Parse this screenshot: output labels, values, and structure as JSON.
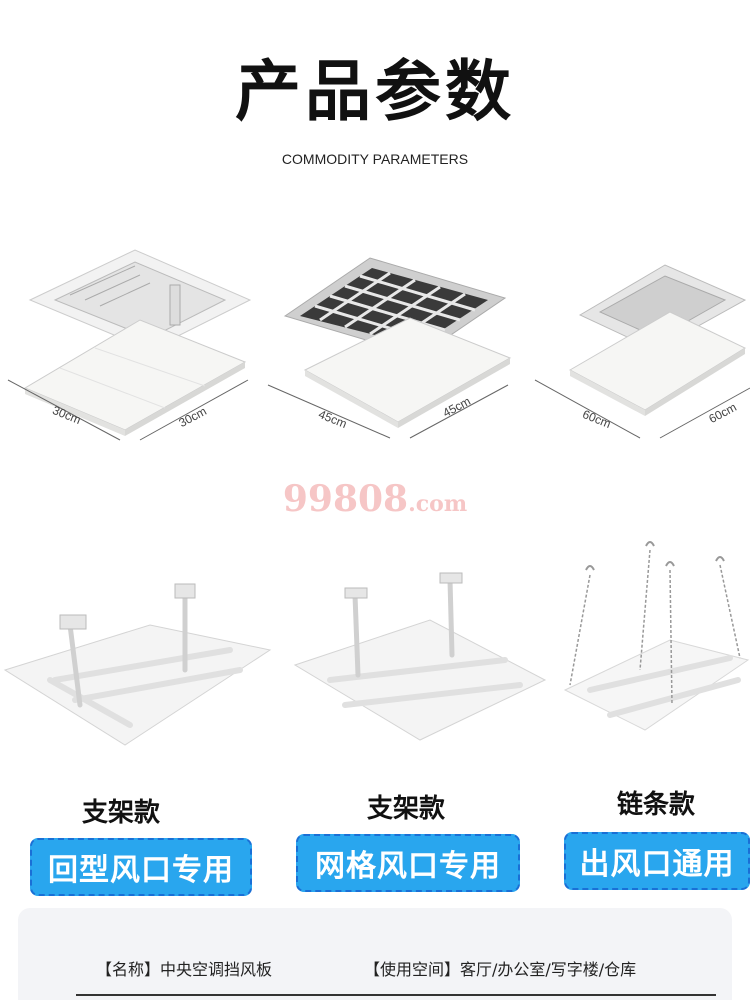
{
  "header": {
    "title": "产品参数",
    "subtitle": "COMMODITY PARAMETERS"
  },
  "products": [
    {
      "width_label": "30cm",
      "depth_label": "30cm",
      "vent": "louver"
    },
    {
      "width_label": "45cm",
      "depth_label": "45cm",
      "vent": "grid"
    },
    {
      "width_label": "60cm",
      "depth_label": "60cm",
      "vent": "outlet"
    }
  ],
  "watermark": {
    "big": "99808",
    "small": ".com"
  },
  "mounts": [
    {
      "style": "支架款",
      "usage": "回型风口专用"
    },
    {
      "style": "支架款",
      "usage": "网格风口专用"
    },
    {
      "style": "链条款",
      "usage": "出风口通用"
    }
  ],
  "info": {
    "name": "【名称】中央空调挡风板",
    "space": "【使用空间】客厅/办公室/写字楼/仓库"
  },
  "colors": {
    "pill_bg": "#29a6ee",
    "pill_border": "#1a6fd6",
    "watermark": "#f4b8b8"
  }
}
